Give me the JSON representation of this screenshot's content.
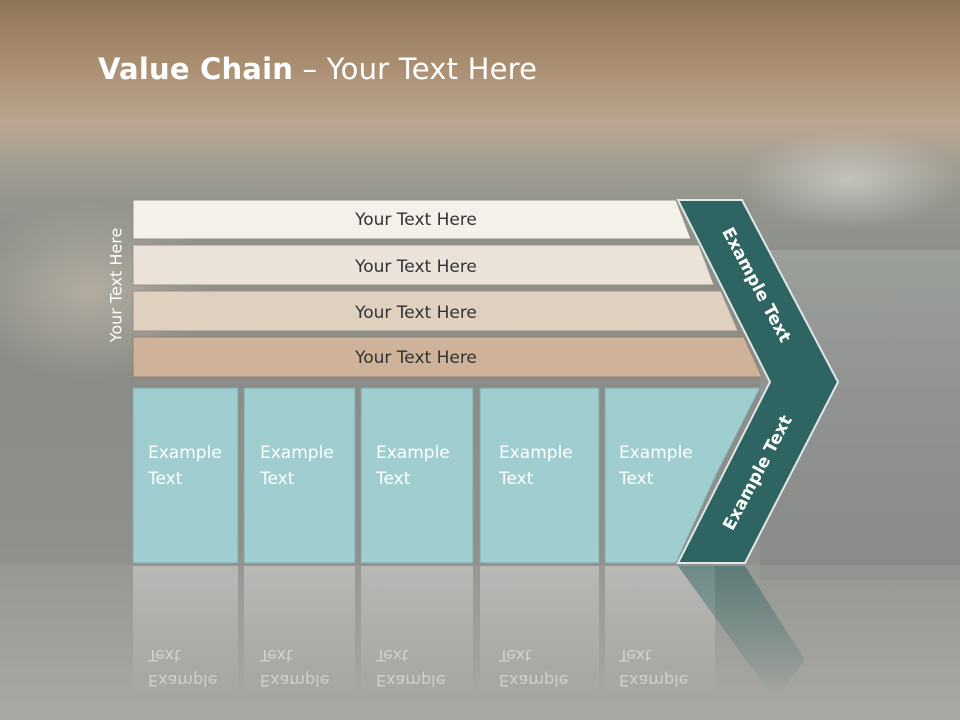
{
  "title": {
    "bold": "Value Chain",
    "rest": " – Your Text Here"
  },
  "side_label": "Your Text Here",
  "rows": [
    {
      "label": "Your Text Here",
      "color": "#f4f0ea"
    },
    {
      "label": "Your Text Here",
      "color": "#ebe3d9"
    },
    {
      "label": "Your Text Here",
      "color": "#e0d0c0"
    },
    {
      "label": "Your Text Here",
      "color": "#cfb29a"
    }
  ],
  "columns": [
    {
      "line1": "Example",
      "line2": "Text"
    },
    {
      "line1": "Example",
      "line2": "Text"
    },
    {
      "line1": "Example",
      "line2": "Text"
    },
    {
      "line1": "Example",
      "line2": "Text"
    },
    {
      "line1": "Example",
      "line2": "Text"
    }
  ],
  "chevron": {
    "upper_label": "Example Text",
    "lower_label": "Example Text",
    "color": "#2e6462"
  },
  "colors": {
    "column_fill": "#a0ced0",
    "text_dark": "#333333",
    "text_light": "#ffffff"
  }
}
